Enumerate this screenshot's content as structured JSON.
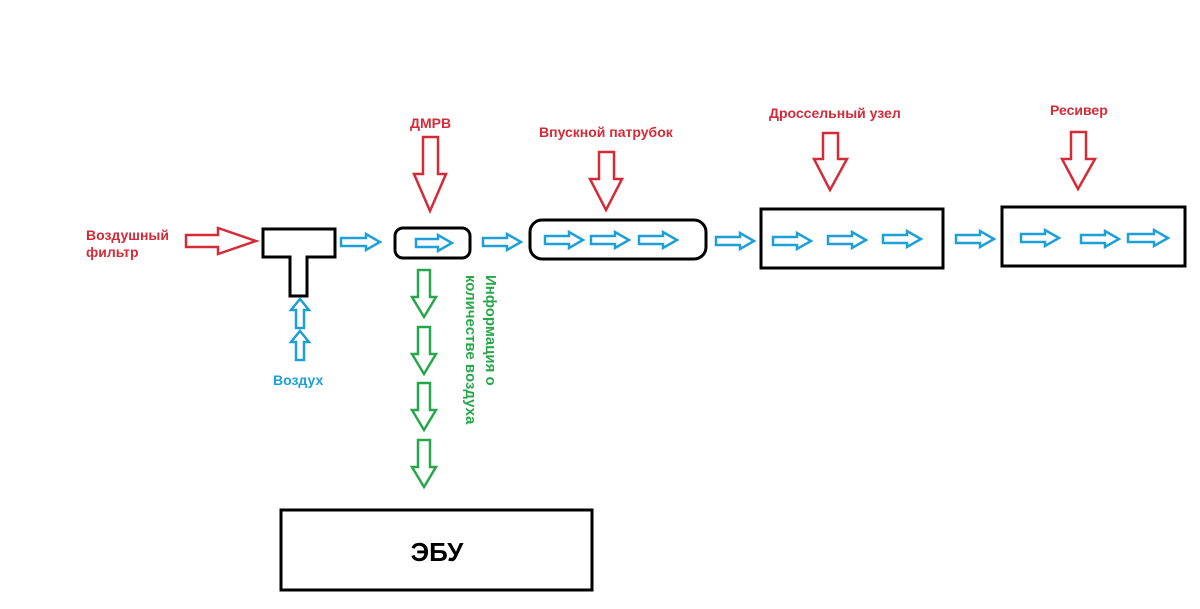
{
  "labels": {
    "air_filter_line1": "Воздушный",
    "air_filter_line2": "фильтр",
    "air": "Воздух",
    "maf": "ДМРВ",
    "intake_pipe": "Впускной патрубок",
    "throttle": "Дроссельный узел",
    "receiver": "Ресивер",
    "info_line1": "Информация о",
    "info_line2": "количестве воздуха",
    "ecu": "ЭБУ"
  },
  "colors": {
    "component_arrows": "#d32b38",
    "air_flow": "#1d9fd8",
    "signal": "#26a84a",
    "outline": "#000000"
  }
}
